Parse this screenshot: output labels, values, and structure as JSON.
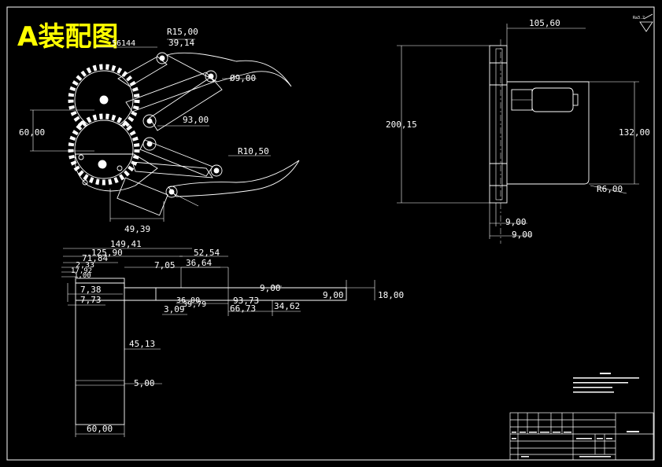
{
  "title": "A装配图",
  "colors": {
    "background": "#000000",
    "line": "#ffffff",
    "title": "#ffff00"
  },
  "corner_mark": "Ra3.2",
  "dims": {
    "r15": "R15,00",
    "d5614": "56144",
    "d3914": "39,14",
    "phi9": "Ø9,00",
    "d60left": "60,00",
    "d93": "93,00",
    "r10": "R10,50",
    "d4939": "49,39",
    "d10560": "105,60",
    "d20015": "200,15",
    "d13200": "132,00",
    "r6": "R6,00",
    "d9a": "9,00",
    "d9b": "9,00",
    "d14941": "149,41",
    "d12590": "125,90",
    "d7184": "71,84",
    "d5254": "52,54",
    "d3664": "36,64",
    "d705": "7,05",
    "d233": "2,33",
    "d1792": "17,92",
    "d1": "1,00",
    "d738": "7,38",
    "d773": "7,73",
    "d900m": "9,00",
    "d900r": "9,00",
    "d1800": "18,00",
    "d3600": "36,00",
    "d3979": "39,79",
    "d9373": "93,73",
    "d6673": "66,73",
    "d3462": "34,62",
    "d309": "3,09",
    "d4513": "45,13",
    "d500": "5,00",
    "d6000b": "60,00"
  }
}
